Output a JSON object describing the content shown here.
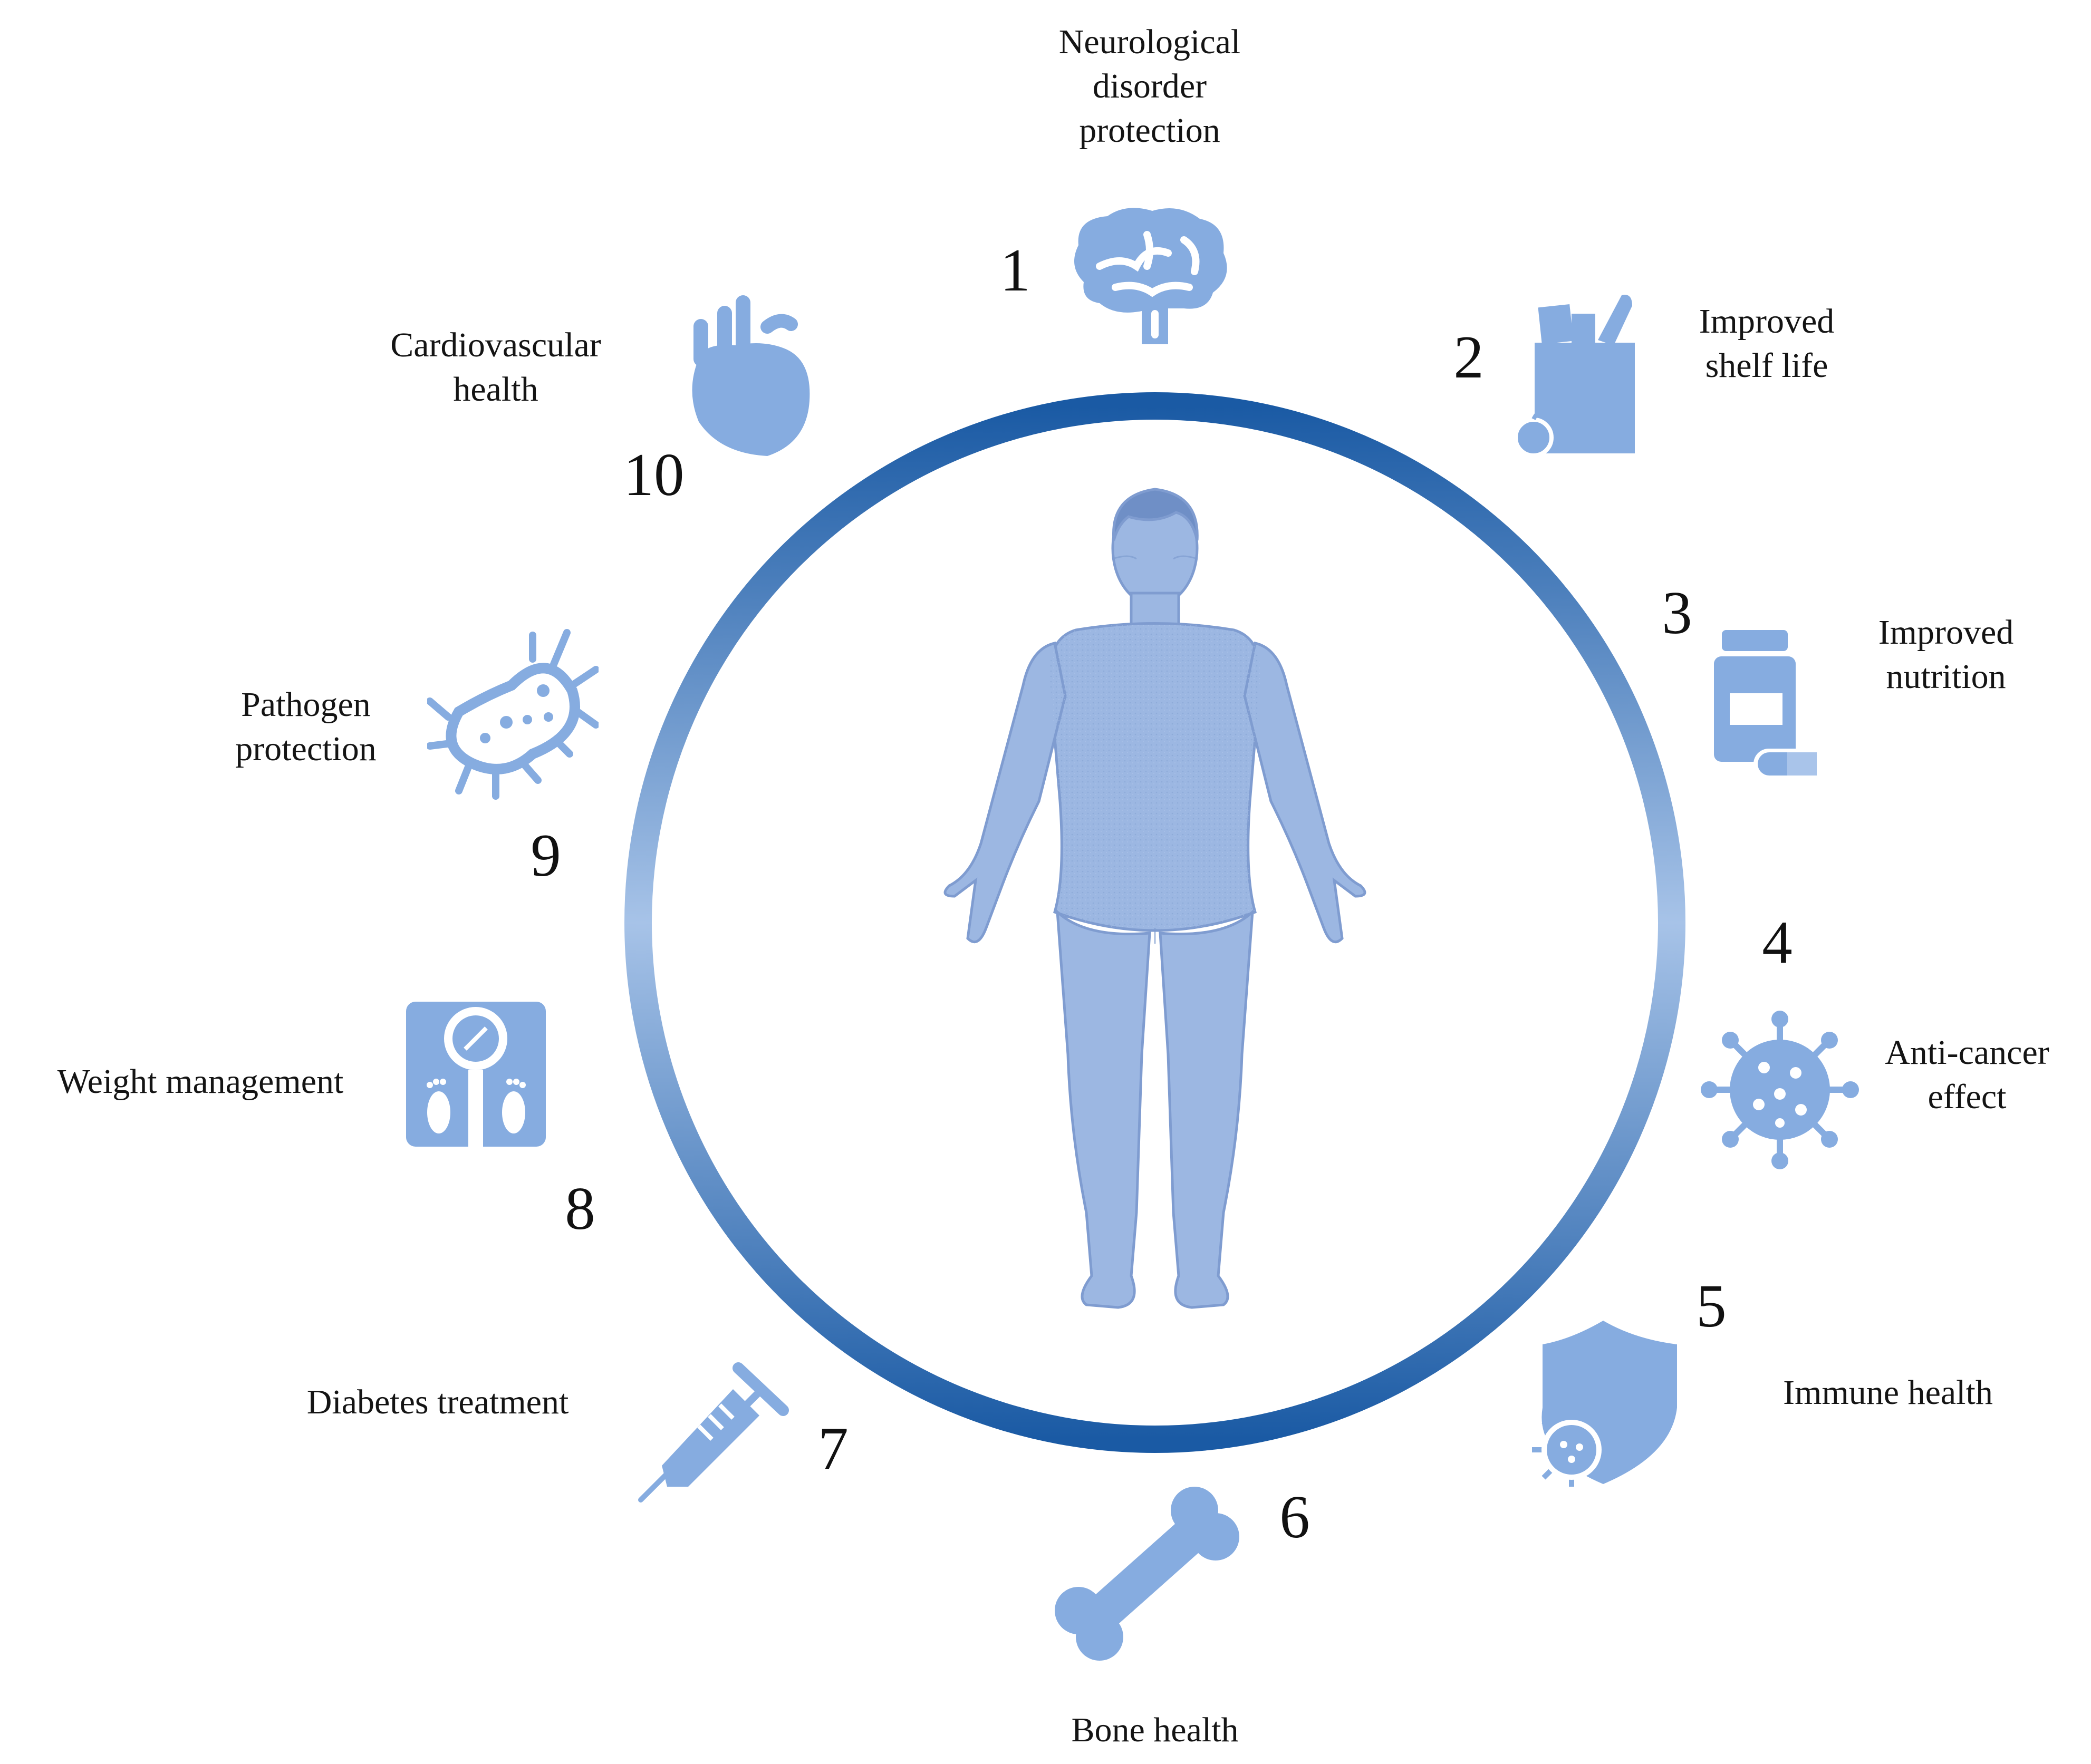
{
  "colors": {
    "icon": "#86ace0",
    "ring_dark": "#1a5aa4",
    "ring_light": "#a7c3e8",
    "body": "#9cb7e2",
    "text": "#141414"
  },
  "center": {
    "figure": "human-body"
  },
  "benefits": [
    {
      "number": "1",
      "label": "Neurological\ndisorder\nprotection",
      "icon": "brain-icon"
    },
    {
      "number": "2",
      "label": "Improved\nshelf life",
      "icon": "grocery-bag-icon"
    },
    {
      "number": "3",
      "label": "Improved\nnutrition",
      "icon": "supplement-bottle-icon"
    },
    {
      "number": "4",
      "label": "Anti-cancer\neffect",
      "icon": "cancer-cell-icon"
    },
    {
      "number": "5",
      "label": "Immune health",
      "icon": "immune-shield-icon"
    },
    {
      "number": "6",
      "label": "Bone health",
      "icon": "bone-icon"
    },
    {
      "number": "7",
      "label": "Diabetes treatment",
      "icon": "syringe-icon"
    },
    {
      "number": "8",
      "label": "Weight management",
      "icon": "scale-icon"
    },
    {
      "number": "9",
      "label": "Pathogen\nprotection",
      "icon": "bacteria-icon"
    },
    {
      "number": "10",
      "label": "Cardiovascular\nhealth",
      "icon": "heart-icon"
    }
  ]
}
